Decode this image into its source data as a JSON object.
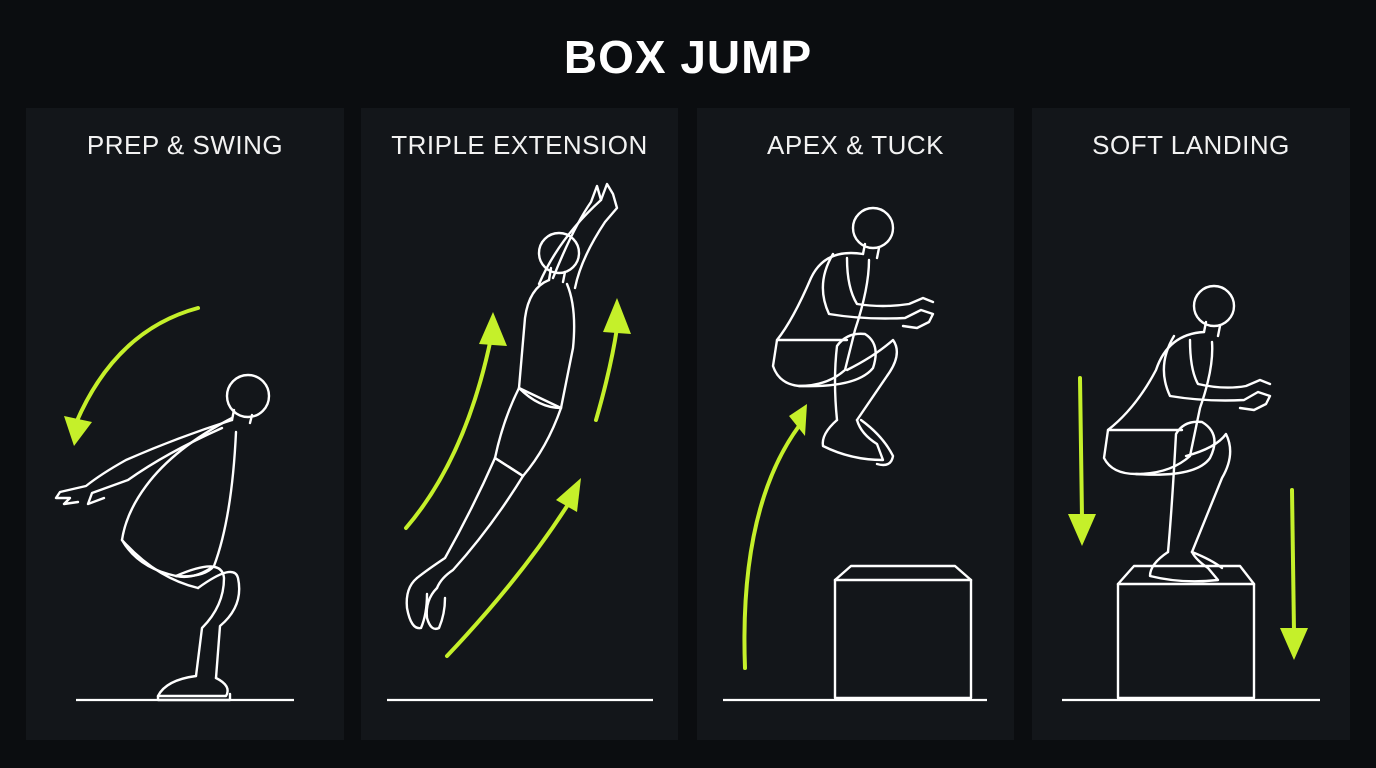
{
  "title": "BOX JUMP",
  "accent_color": "#c5f02a",
  "figure_color": "#ffffff",
  "panels": [
    {
      "label": "PREP & SWING"
    },
    {
      "label": "TRIPLE EXTENSION"
    },
    {
      "label": "APEX & TUCK"
    },
    {
      "label": "SOFT LANDING"
    }
  ]
}
